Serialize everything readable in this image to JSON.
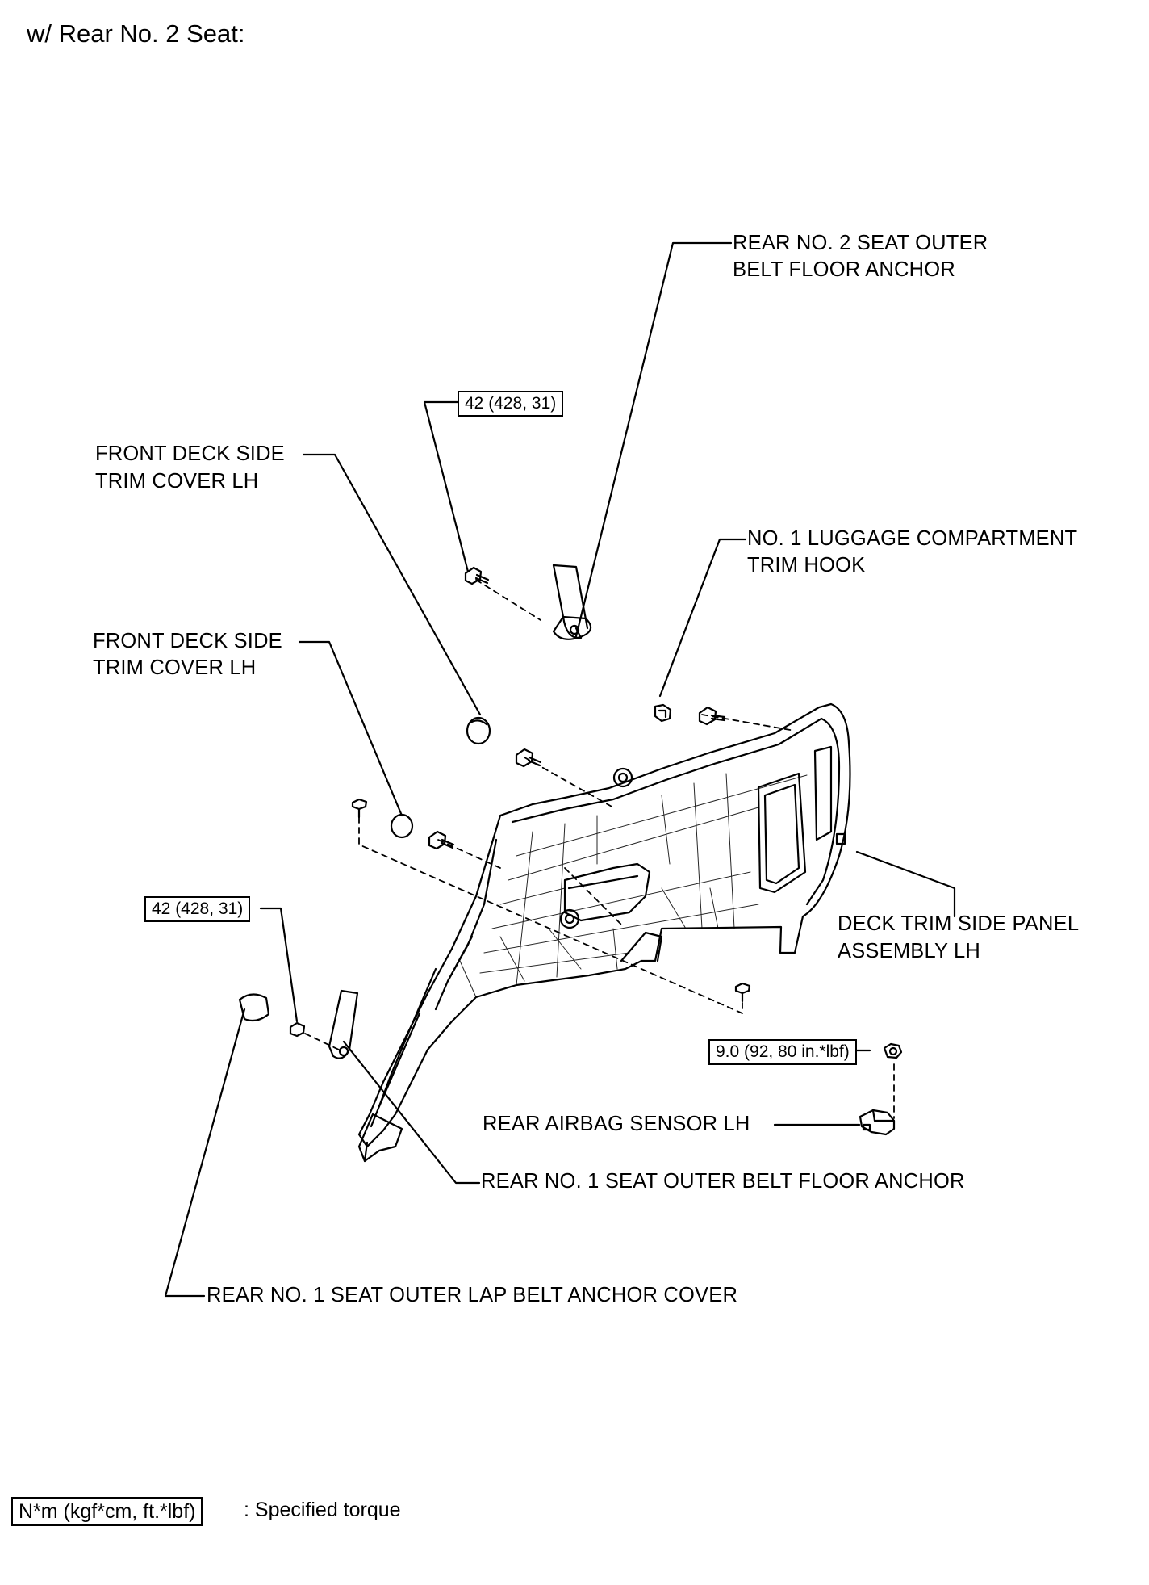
{
  "heading": "w/ Rear No. 2 Seat:",
  "labels": {
    "rear2_anchor_l1": "REAR NO. 2 SEAT OUTER",
    "rear2_anchor_l2": "BELT FLOOR ANCHOR",
    "front_cover_a_l1": "FRONT DECK SIDE",
    "front_cover_a_l2": "TRIM COVER LH",
    "front_cover_b_l1": "FRONT DECK SIDE",
    "front_cover_b_l2": "TRIM COVER LH",
    "hook_l1": "NO. 1 LUGGAGE COMPARTMENT",
    "hook_l2": "TRIM HOOK",
    "panel_l1": "DECK TRIM SIDE PANEL",
    "panel_l2": "ASSEMBLY LH",
    "airbag_sensor": "REAR AIRBAG SENSOR LH",
    "rear1_anchor": "REAR NO. 1 SEAT OUTER BELT FLOOR ANCHOR",
    "lap_cover": "REAR NO. 1 SEAT OUTER LAP BELT ANCHOR COVER"
  },
  "torques": {
    "upper": "42 (428, 31)",
    "lower": "42 (428, 31)",
    "sensor": "9.0 (92, 80 in.*lbf)"
  },
  "legend": {
    "box": "N*m (kgf*cm, ft.*lbf)",
    "text": ": Specified torque"
  }
}
